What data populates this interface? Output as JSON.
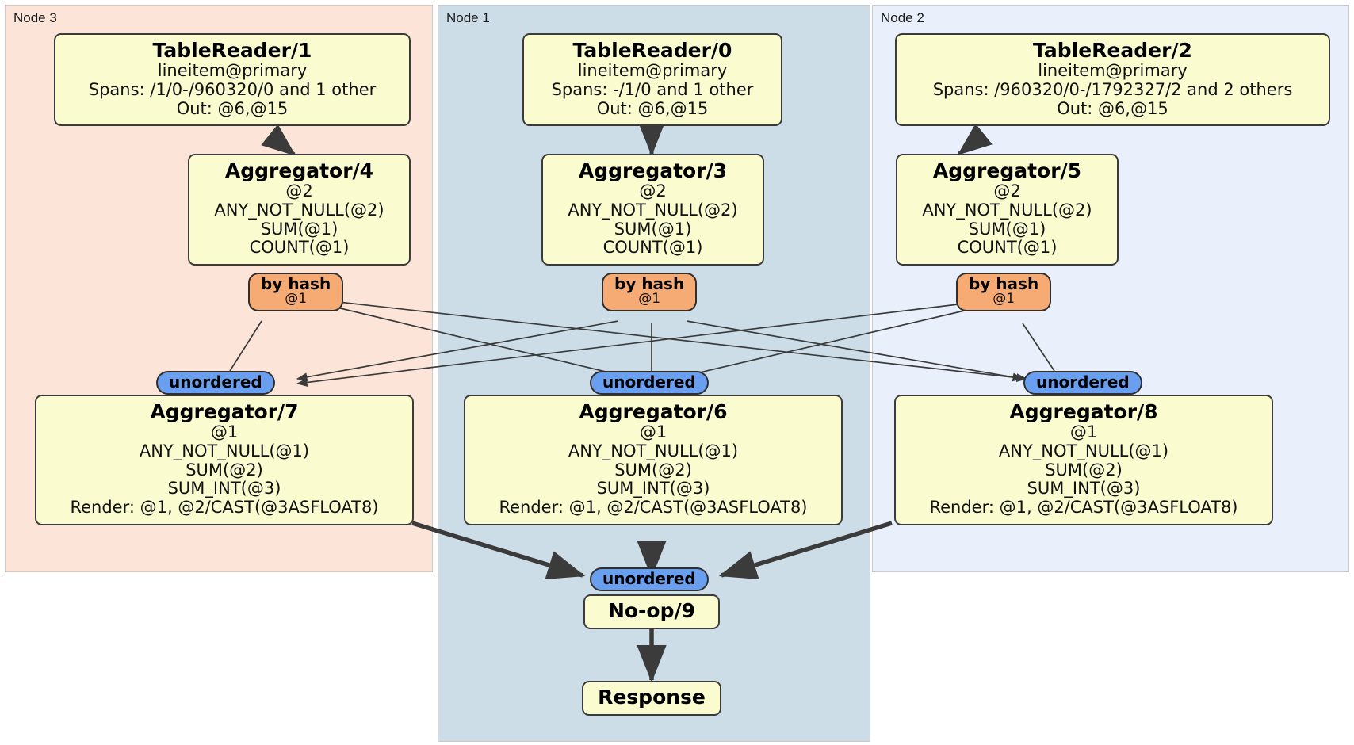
{
  "diagram": {
    "kind": "distributed-query-plan",
    "colors": {
      "node3_panel": "#fce5d8",
      "node1_panel": "#ccdde8",
      "node2_panel": "#eaf0fb",
      "processor_box": "#fbfbd0",
      "by_hash_badge": "#f7ab74",
      "unordered_badge": "#6a9ff0",
      "edge": "#3b3b3b"
    }
  },
  "panels": [
    {
      "id": "node3",
      "label": "Node 3"
    },
    {
      "id": "node1",
      "label": "Node 1"
    },
    {
      "id": "node2",
      "label": "Node 2"
    }
  ],
  "processors": {
    "table_reader_1": {
      "title": "TableReader/1",
      "lines": [
        "lineitem@primary",
        "Spans: /1/0-/960320/0 and 1 other",
        "Out: @6,@15"
      ]
    },
    "table_reader_0": {
      "title": "TableReader/0",
      "lines": [
        "lineitem@primary",
        "Spans: -/1/0 and 1 other",
        "Out: @6,@15"
      ]
    },
    "table_reader_2": {
      "title": "TableReader/2",
      "lines": [
        "lineitem@primary",
        "Spans: /960320/0-/1792327/2 and 2 others",
        "Out: @6,@15"
      ]
    },
    "aggregator_4": {
      "title": "Aggregator/4",
      "lines": [
        "@2",
        "ANY_NOT_NULL(@2)",
        "SUM(@1)",
        "COUNT(@1)"
      ]
    },
    "aggregator_3": {
      "title": "Aggregator/3",
      "lines": [
        "@2",
        "ANY_NOT_NULL(@2)",
        "SUM(@1)",
        "COUNT(@1)"
      ]
    },
    "aggregator_5": {
      "title": "Aggregator/5",
      "lines": [
        "@2",
        "ANY_NOT_NULL(@2)",
        "SUM(@1)",
        "COUNT(@1)"
      ]
    },
    "aggregator_7": {
      "title": "Aggregator/7",
      "lines": [
        "@1",
        "ANY_NOT_NULL(@1)",
        "SUM(@2)",
        "SUM_INT(@3)",
        "Render: @1, @2/CAST(@3ASFLOAT8)"
      ]
    },
    "aggregator_6": {
      "title": "Aggregator/6",
      "lines": [
        "@1",
        "ANY_NOT_NULL(@1)",
        "SUM(@2)",
        "SUM_INT(@3)",
        "Render: @1, @2/CAST(@3ASFLOAT8)"
      ]
    },
    "aggregator_8": {
      "title": "Aggregator/8",
      "lines": [
        "@1",
        "ANY_NOT_NULL(@1)",
        "SUM(@2)",
        "SUM_INT(@3)",
        "Render: @1, @2/CAST(@3ASFLOAT8)"
      ]
    },
    "noop_9": {
      "title": "No-op/9",
      "lines": []
    },
    "response": {
      "title": "Response",
      "lines": []
    }
  },
  "badges": {
    "hash_left": {
      "title": "by hash",
      "sub": "@1"
    },
    "hash_center": {
      "title": "by hash",
      "sub": "@1"
    },
    "hash_right": {
      "title": "by hash",
      "sub": "@1"
    },
    "unordered_left": {
      "title": "unordered"
    },
    "unordered_center": {
      "title": "unordered"
    },
    "unordered_right": {
      "title": "unordered"
    },
    "unordered_final": {
      "title": "unordered"
    }
  }
}
